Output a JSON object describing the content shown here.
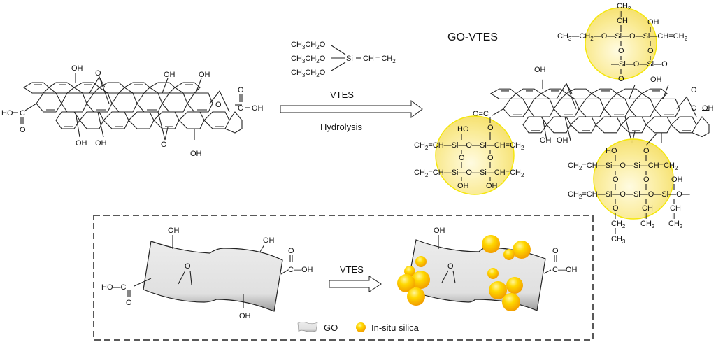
{
  "reagent": {
    "formula_lines": [
      "CH3CH2O",
      "CH3CH2O",
      "CH3CH2O"
    ],
    "center": "Si",
    "vinyl": "CH=CH2"
  },
  "reaction_arrow": {
    "label_top": "VTES",
    "label_bottom": "Hydrolysis"
  },
  "product": {
    "title": "GO-VTES"
  },
  "go_sheet": {
    "groups": [
      "OH",
      "OH",
      "OH",
      "OH",
      "OH",
      "OH",
      "OH",
      "COOH",
      "COOH",
      "O (epoxy)",
      "O (epoxy)",
      "O (epoxy)"
    ],
    "labels": {
      "oh": "OH",
      "o": "O",
      "ho": "HO",
      "c": "C"
    }
  },
  "silica_clusters": {
    "top": {
      "rows": [
        "CH3—CH2—O—Si—O—Si—CH=CH2",
        "—Si—O—Si—O"
      ],
      "top_vinyl": "CH=CH2",
      "oh": "OH"
    },
    "left": {
      "rows": [
        "CH2=CH—Si—O—Si—CH=CH2",
        "CH2=CH—Si—O—Si—CH=CH2"
      ],
      "link": "O=C"
    },
    "bottom": {
      "rows": [
        "CH2=CH—Si—O—Si—CH=CH2",
        "CH2=CH—Si—O—Si—O—Si—O—"
      ],
      "tail": "CH2—CH3"
    }
  },
  "schematic": {
    "arrow_label": "VTES",
    "left_labels": {
      "oh_top_left": "OH",
      "oh_top_right": "OH",
      "oh_bottom": "OH",
      "cooh_left": "HO—C",
      "cooh_right": "C—OH",
      "o": "O"
    },
    "right_labels": {
      "oh_top": "OH",
      "cooh_right": "C—OH",
      "o": "O"
    },
    "legend": [
      {
        "icon": "go-sheet-icon",
        "label": "GO"
      },
      {
        "icon": "silica-sphere-icon",
        "label": "In-situ silica"
      }
    ]
  },
  "colors": {
    "silica_yellow": "#f7e84a",
    "silica_glow": "#fff7a8",
    "sphere_core": "#ffd400",
    "sphere_edge": "#f5a800",
    "sheet_fill": "#e6e6e6"
  }
}
